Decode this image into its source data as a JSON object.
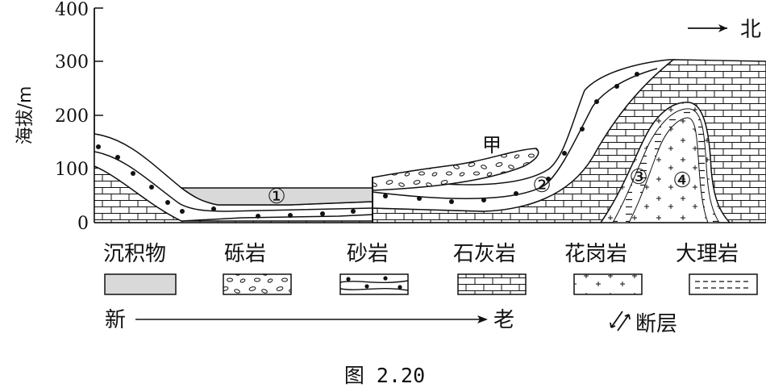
{
  "axis": {
    "y_label": "海拔/m",
    "ticks": [
      "0",
      "100",
      "200",
      "300",
      "400"
    ]
  },
  "direction": {
    "arrow": "→",
    "label": "北"
  },
  "labels": {
    "jia": "甲",
    "m1": "①",
    "m2": "②",
    "m3": "③",
    "m4": "④"
  },
  "legend": {
    "items": [
      {
        "id": "sediment",
        "label": "沉积物"
      },
      {
        "id": "gravel",
        "label": "砾岩"
      },
      {
        "id": "sandstone",
        "label": "砂岩"
      },
      {
        "id": "limestone",
        "label": "石灰岩"
      },
      {
        "id": "granite",
        "label": "花岗岩"
      },
      {
        "id": "marble",
        "label": "大理岩"
      }
    ],
    "age_new": "新",
    "age_old": "老",
    "fault": "断层"
  },
  "caption": "图 2.20",
  "colors": {
    "ink": "#111111",
    "sediment": "#d9d9d9"
  }
}
